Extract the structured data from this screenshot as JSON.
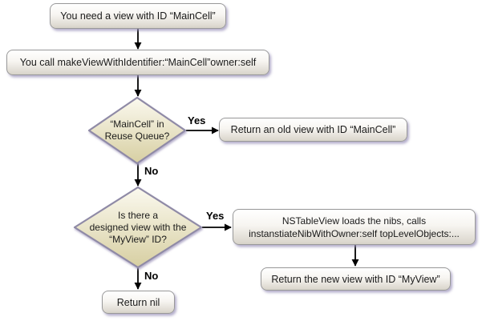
{
  "diagram": {
    "title": "NSTableView makeViewWithIdentifier flowchart",
    "nodes": {
      "start": {
        "label": "You need a view with ID “MainCell”"
      },
      "call": {
        "label": "You call makeViewWithIdentifier:“MainCell”owner:self"
      },
      "decision_reuse": {
        "lines": [
          "“MainCell” in",
          "Reuse Queue?"
        ]
      },
      "return_old": {
        "label": "Return an old view with ID “MainCell”"
      },
      "decision_designed": {
        "lines": [
          "Is there a",
          "designed view with the",
          "“MyView” ID?"
        ]
      },
      "load_nibs": {
        "lines": [
          "NSTableView loads the nibs, calls",
          "instanstiateNibWithOwner:self topLevelObjects:..."
        ]
      },
      "return_new": {
        "label": "Return the new view with ID “MyView”"
      },
      "return_nil": {
        "label": "Return nil"
      }
    },
    "edge_labels": {
      "yes_reuse": "Yes",
      "no_reuse": "No",
      "yes_designed": "Yes",
      "no_designed": "No"
    },
    "colors": {
      "canvas_bg": "#ffffff",
      "box_border": "#999999",
      "box_fill_top": "#ffffff",
      "box_fill_bottom": "#d6d2c8",
      "diamond_fill_top": "#fbf9ef",
      "diamond_fill_bottom": "#d7cfa2",
      "diamond_border": "#8f8aa6",
      "shadow": "#a49cc0",
      "arrow": "#000000",
      "text": "#1a1a1a"
    }
  }
}
